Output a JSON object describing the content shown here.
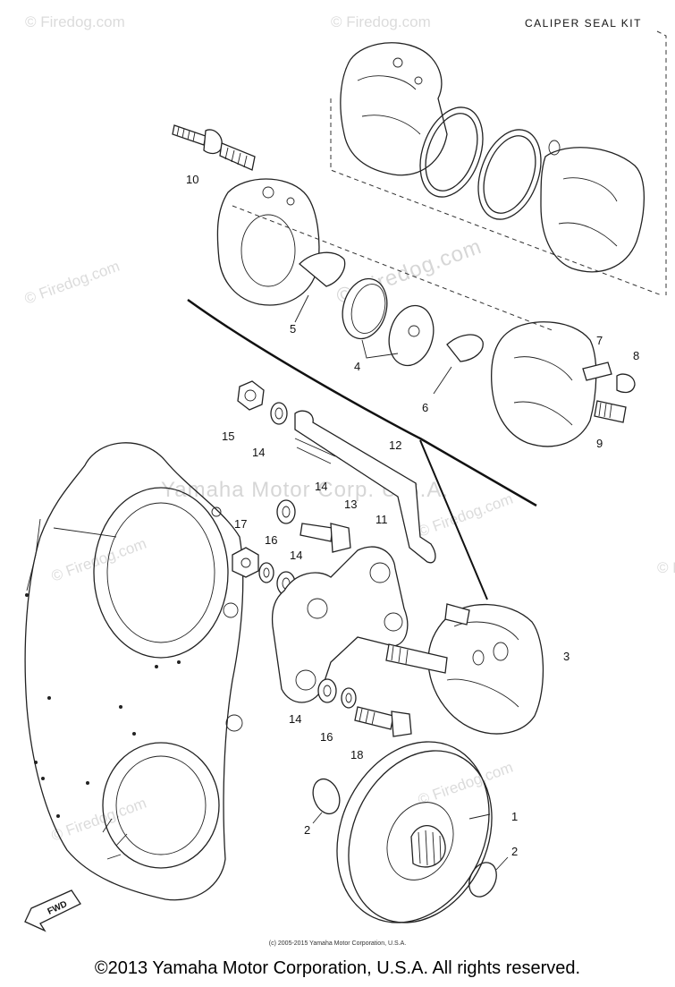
{
  "kit_title": "CALIPER SEAL KIT",
  "fwd_label": "FWD",
  "watermarks": {
    "firedog": "© Firedog.com",
    "firedog_center": "© Firedog.com",
    "yamaha": "Yamaha Motor Corp. U.S.A."
  },
  "small_copyright": "(c) 2005-2015 Yamaha Motor Corporation, U.S.A.",
  "footer_copyright": "©2013 Yamaha Motor Corporation, U.S.A. All rights reserved.",
  "part_labels": {
    "p1": "1",
    "p2a": "2",
    "p2b": "2",
    "p3": "3",
    "p4": "4",
    "p5": "5",
    "p6": "6",
    "p7": "7",
    "p8": "8",
    "p9": "9",
    "p10": "10",
    "p11": "11",
    "p12": "12",
    "p13": "13",
    "p14a": "14",
    "p14b": "14",
    "p14c": "14",
    "p14d": "14",
    "p15": "15",
    "p16a": "16",
    "p16b": "16",
    "p17": "17",
    "p18": "18"
  }
}
